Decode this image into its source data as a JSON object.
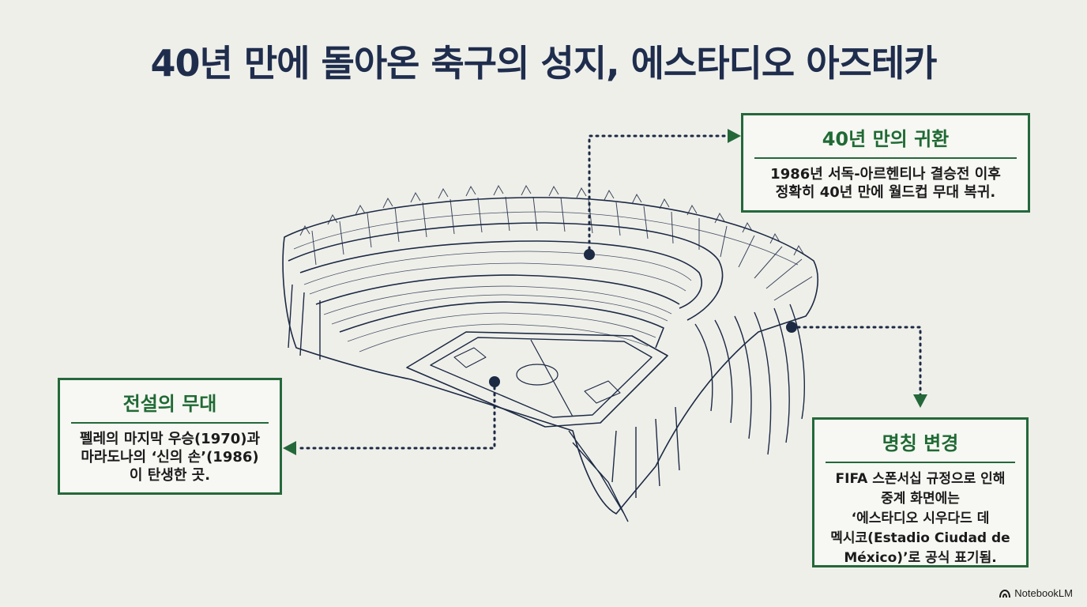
{
  "title": "40년 만에 돌아온 축구의 성지, 에스타디오 아즈테카",
  "cards": {
    "return": {
      "title": "40년 만의 귀환",
      "body": "1986년 서독-아르헨티나 결승전 이후\n정확히 40년 만에 월드컵 무대 복귀."
    },
    "legend": {
      "title": "전설의 무대",
      "body": "펠레의 마지막 우승(1970)과\n마라도나의 ‘신의 손’(1986)\n이 탄생한 곳."
    },
    "rename": {
      "title": "명칭 변경",
      "body": "FIFA 스폰서십 규정으로 인해\n중계 화면에는\n‘에스타디오 시우다드 데\n멕시코(Estadio Ciudad de\nMéxico)’로 공식 표기됨."
    }
  },
  "colors": {
    "background": "#efefea",
    "title": "#1f2d4d",
    "accent_green": "#24683a",
    "line_navy": "#1c2a44"
  },
  "icons": {
    "brand": "notebooklm-logo-icon"
  },
  "brand": "NotebookLM"
}
